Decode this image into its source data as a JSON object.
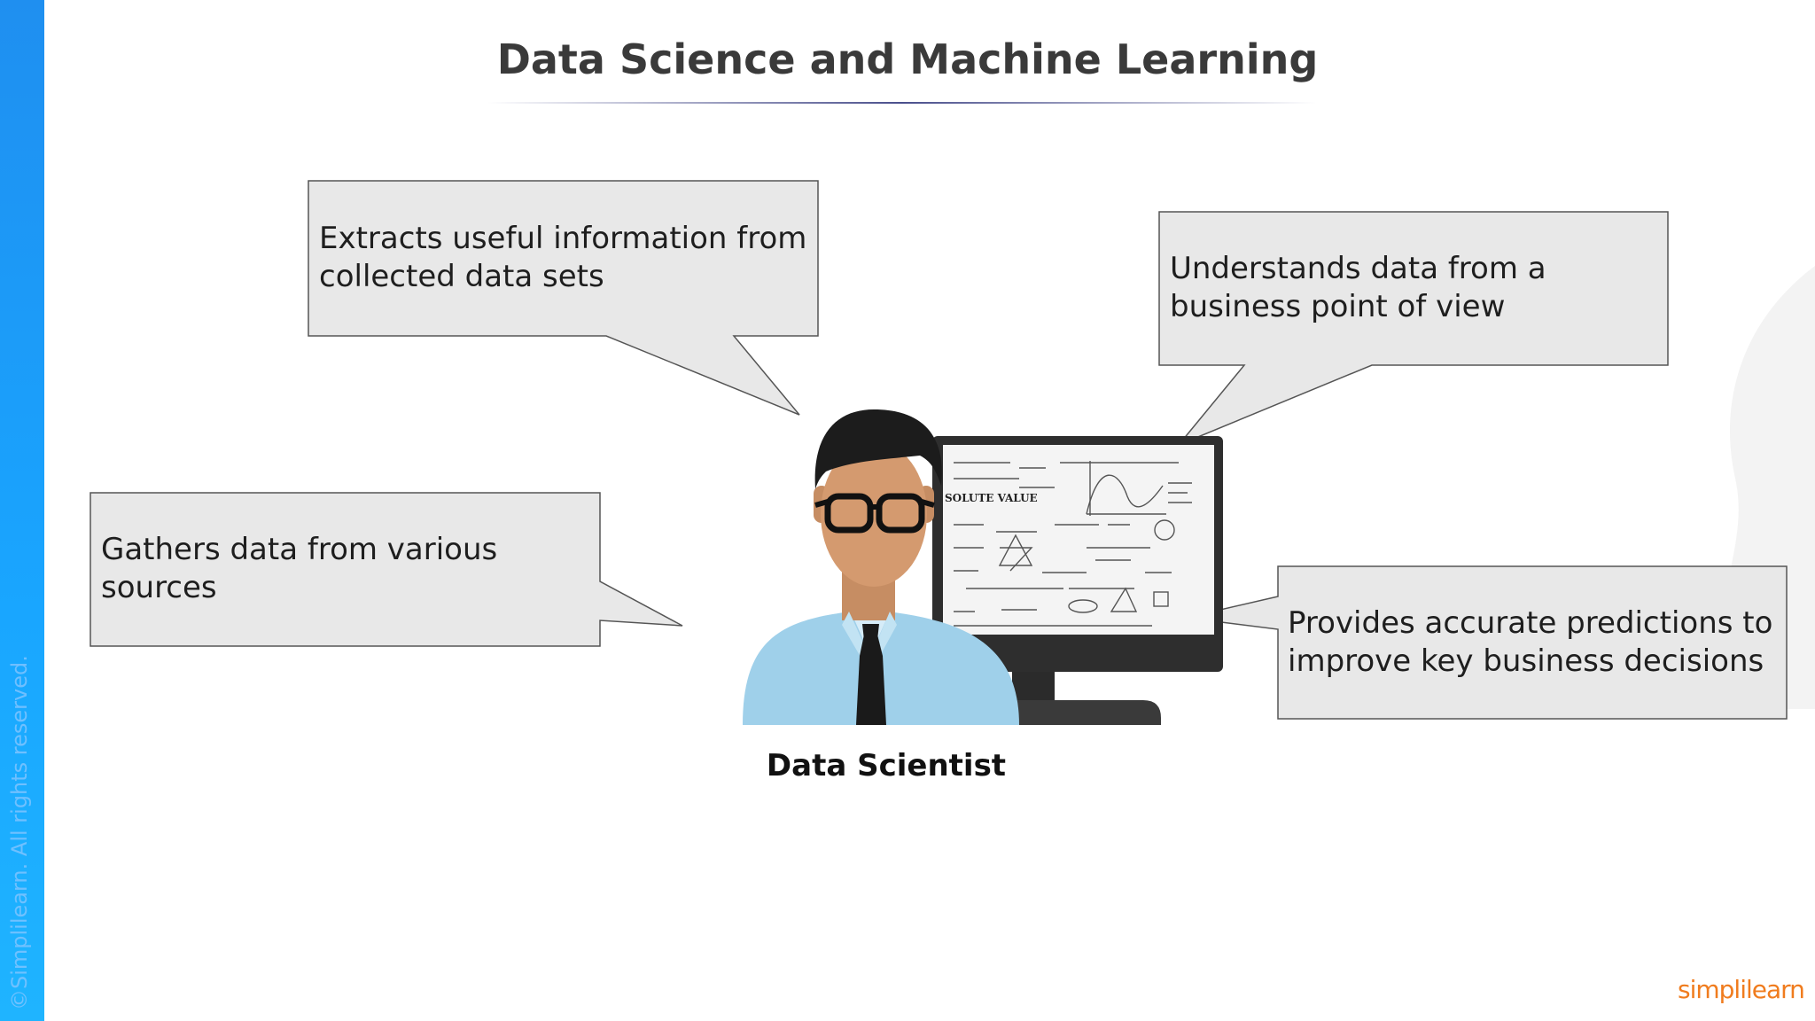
{
  "slide": {
    "title": "Data Science and Machine Learning",
    "copyright": "©Simplilearn. All rights reserved.",
    "brand": "simplilearn"
  },
  "callouts": [
    {
      "id": "extracts",
      "line1": "Extracts useful information from",
      "line2": "collected data sets"
    },
    {
      "id": "understands",
      "line1": "Understands data from a",
      "line2": "business point of view"
    },
    {
      "id": "gathers",
      "line1": "Gathers data from various",
      "line2": "sources"
    },
    {
      "id": "predicts",
      "line1": "Provides accurate predictions to",
      "line2": "improve key business decisions"
    }
  ],
  "figure": {
    "caption": "Data Scientist",
    "board_label": "SOLUTE VALUE"
  },
  "colors": {
    "callout_fill": "#e8e8e8",
    "callout_stroke": "#555555",
    "side_bar": "#1a9bff",
    "brand": "#f07c1e"
  }
}
